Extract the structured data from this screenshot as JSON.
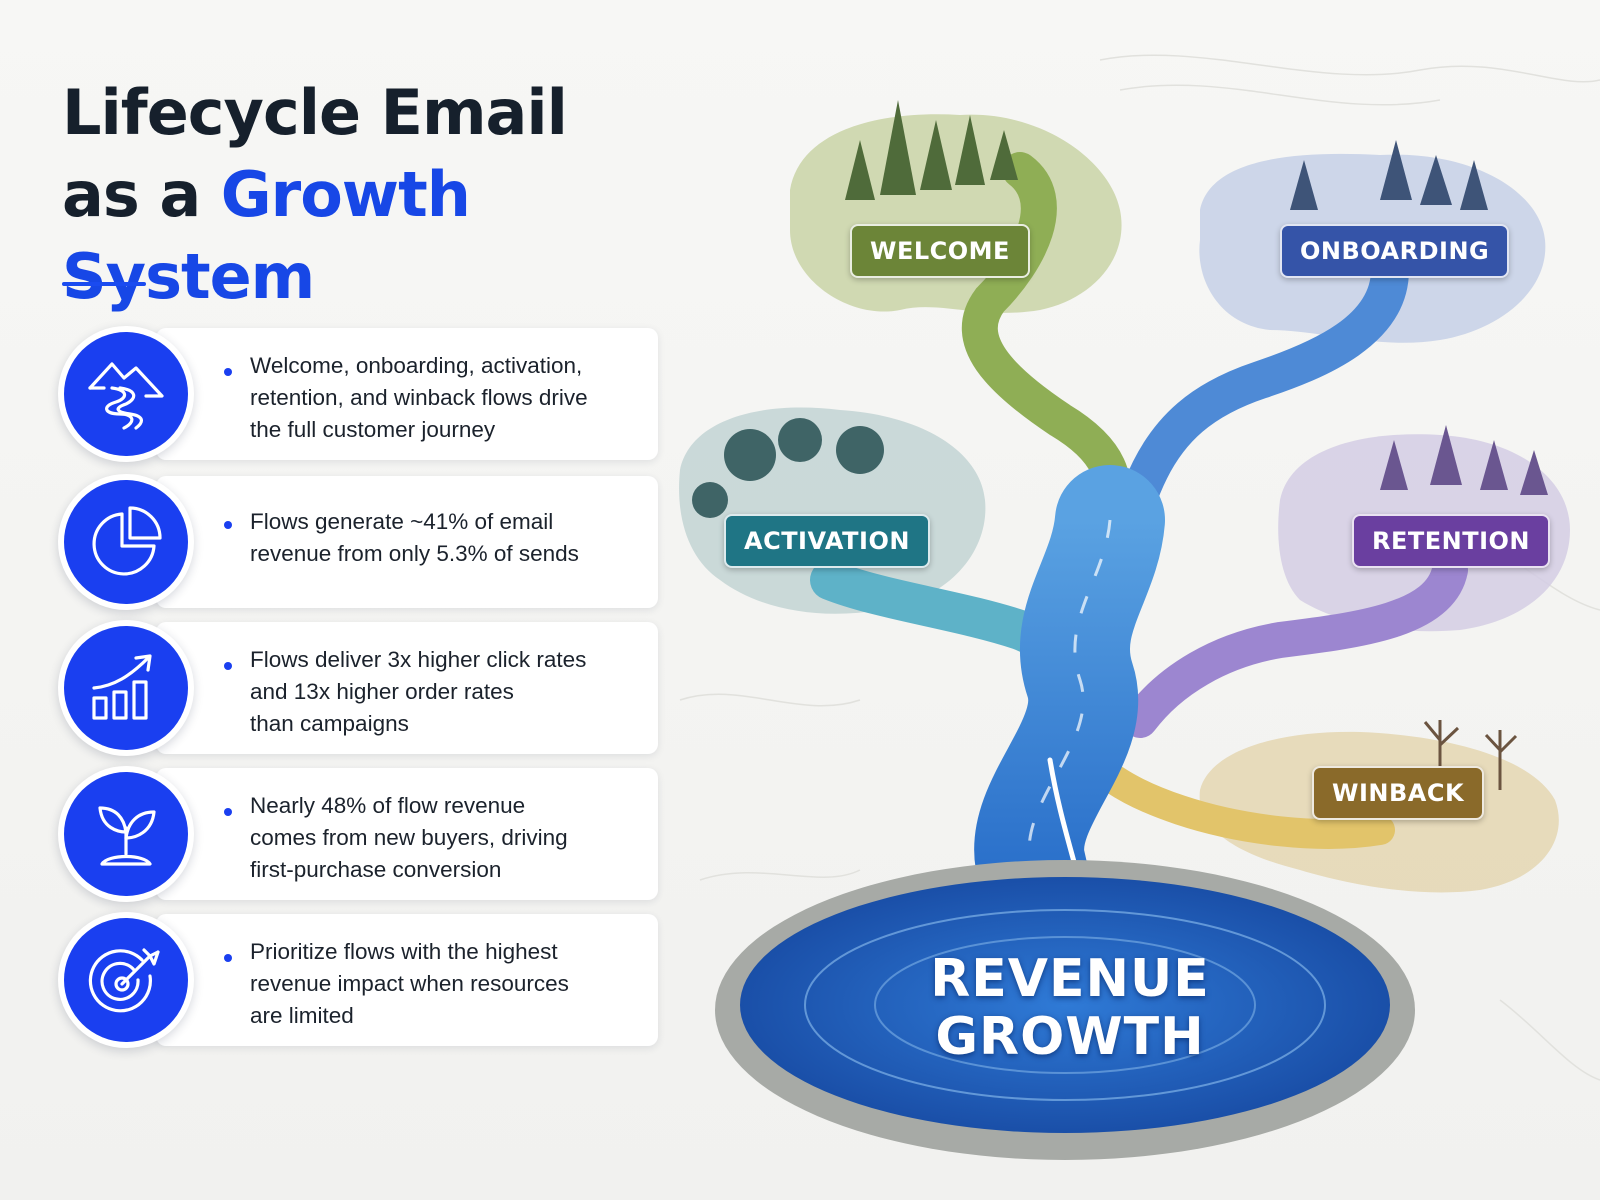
{
  "title": {
    "line1": "Lifecycle Email",
    "line2_prefix": "as a ",
    "line2_accent": "Growth System"
  },
  "colors": {
    "accent": "#1a3ff0",
    "title": "#16202c",
    "welcome": "#6c8538",
    "onboarding": "#3554a8",
    "activation": "#1f7585",
    "retention": "#6a3fa0",
    "winback": "#8a6a2a",
    "river": "#2f78d0"
  },
  "cards": [
    {
      "icon": "mountain-path-icon",
      "text": "Welcome, onboarding, activation, retention, and winback flows drive the full customer journey",
      "lines": [
        "Welcome, onboarding, activation,",
        "retention, and winback flows drive",
        "the full customer journey"
      ]
    },
    {
      "icon": "pie-chart-icon",
      "text": "Flows generate ~41% of email revenue from only 5.3% of sends",
      "lines": [
        "Flows generate ~41% of email",
        "revenue from only 5.3% of sends"
      ]
    },
    {
      "icon": "growth-chart-icon",
      "text": "Flows deliver 3x higher click rates and 13x higher order rates than campaigns",
      "lines": [
        "Flows deliver 3x higher click rates",
        "and 13x higher order rates",
        "than campaigns"
      ]
    },
    {
      "icon": "sprout-icon",
      "text": "Nearly 48% of flow revenue comes from new buyers, driving first-purchase conversion",
      "lines": [
        "Nearly 48% of flow revenue",
        "comes from new buyers, driving",
        "first-purchase conversion"
      ]
    },
    {
      "icon": "target-icon",
      "text": "Prioritize flows with the highest revenue impact when resources are limited",
      "lines": [
        "Prioritize flows with the highest",
        "revenue impact when resources",
        "are limited"
      ]
    }
  ],
  "stages": {
    "welcome": "WELCOME",
    "onboarding": "ONBOARDING",
    "activation": "ACTIVATION",
    "retention": "RETENTION",
    "winback": "WINBACK"
  },
  "destination": {
    "line1": "REVENUE",
    "line2": "GROWTH"
  }
}
